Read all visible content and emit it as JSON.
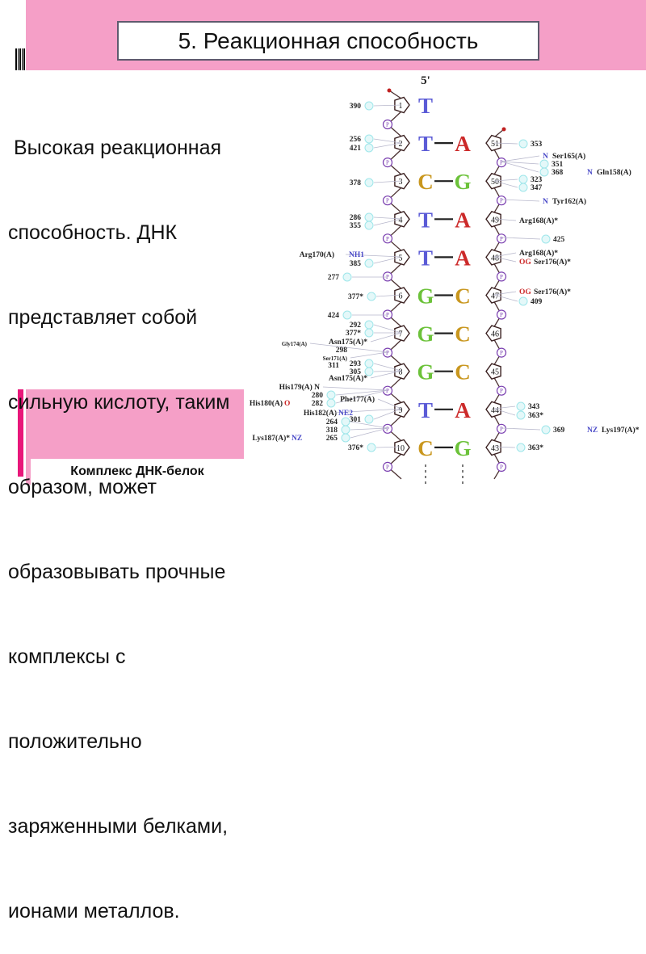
{
  "slide": {
    "title": "5. Реакционная способность",
    "body_lines": [
      " Высокая реакционная",
      "способность. ДНК",
      "представляет собой",
      "сильную кислоту, таким",
      "образом, может",
      "образовывать прочные",
      "комплексы с",
      "положительно",
      "заряженными белками,",
      "ионами металлов."
    ],
    "caption": "Комплекс ДНК-белок"
  },
  "diagram": {
    "end_label": "5'",
    "colors": {
      "T": "#5b5bd6",
      "A": "#cc2a2a",
      "C": "#c9971f",
      "G": "#6cc23a",
      "phosphate": "#7a3fb0",
      "water": "#9ee6ea"
    },
    "phosphate_label": "P",
    "pairs": [
      {
        "left_n": "1",
        "left": "T",
        "right": "",
        "right_n": ""
      },
      {
        "left_n": "2",
        "left": "T",
        "right": "A",
        "right_n": "51"
      },
      {
        "left_n": "3",
        "left": "C",
        "right": "G",
        "right_n": "50"
      },
      {
        "left_n": "4",
        "left": "T",
        "right": "A",
        "right_n": "49"
      },
      {
        "left_n": "5",
        "left": "T",
        "right": "A",
        "right_n": "48"
      },
      {
        "left_n": "6",
        "left": "G",
        "right": "C",
        "right_n": "47"
      },
      {
        "left_n": "7",
        "left": "G",
        "right": "C",
        "right_n": "46"
      },
      {
        "left_n": "8",
        "left": "G",
        "right": "C",
        "right_n": "45"
      },
      {
        "left_n": "9",
        "left": "T",
        "right": "A",
        "right_n": "44"
      },
      {
        "left_n": "10",
        "left": "C",
        "right": "G",
        "right_n": "43"
      }
    ],
    "annotations": [
      {
        "t": "390"
      },
      {
        "t": "256"
      },
      {
        "t": "421"
      },
      {
        "t": "378"
      },
      {
        "t": "286"
      },
      {
        "t": "355"
      },
      {
        "t": "Arg170(A)"
      },
      {
        "t": "NH1",
        "c": "#4a4ac8"
      },
      {
        "t": "385"
      },
      {
        "t": "277"
      },
      {
        "t": "377*"
      },
      {
        "t": "424"
      },
      {
        "t": "292"
      },
      {
        "t": "377*"
      },
      {
        "t": "Asn175(A)*"
      },
      {
        "t": "Gly174(A)"
      },
      {
        "t": "298"
      },
      {
        "t": "Ser171(A)"
      },
      {
        "t": "311"
      },
      {
        "t": "293"
      },
      {
        "t": "305"
      },
      {
        "t": "Asn175(A)*"
      },
      {
        "t": "His179(A) N"
      },
      {
        "t": "280"
      },
      {
        "t": "282"
      },
      {
        "t": "His180(A)"
      },
      {
        "t": "O",
        "c": "#cc2a2a"
      },
      {
        "t": "Phe177(A)"
      },
      {
        "t": "His182(A)"
      },
      {
        "t": "NE2",
        "c": "#4a4ac8"
      },
      {
        "t": "301"
      },
      {
        "t": "264"
      },
      {
        "t": "318"
      },
      {
        "t": "265"
      },
      {
        "t": "Lys187(A)*"
      },
      {
        "t": "NZ",
        "c": "#4a4ac8"
      },
      {
        "t": "376*"
      },
      {
        "t": "353"
      },
      {
        "t": "N",
        "c": "#4a4ac8"
      },
      {
        "t": "Ser165(A)"
      },
      {
        "t": "351"
      },
      {
        "t": "368"
      },
      {
        "t": "N",
        "c": "#4a4ac8"
      },
      {
        "t": "Gln158(A)"
      },
      {
        "t": "323"
      },
      {
        "t": "347"
      },
      {
        "t": "N",
        "c": "#4a4ac8"
      },
      {
        "t": "Tyr162(A)"
      },
      {
        "t": "Arg168(A)*"
      },
      {
        "t": "425"
      },
      {
        "t": "Arg168(A)*"
      },
      {
        "t": "OG",
        "c": "#cc2a2a"
      },
      {
        "t": "Ser176(A)*"
      },
      {
        "t": "OG",
        "c": "#cc2a2a"
      },
      {
        "t": "Ser176(A)*"
      },
      {
        "t": "409"
      },
      {
        "t": "343"
      },
      {
        "t": "363*"
      },
      {
        "t": "369"
      },
      {
        "t": "NZ",
        "c": "#4a4ac8"
      },
      {
        "t": "Lys197(A)*"
      },
      {
        "t": "363*"
      }
    ]
  }
}
